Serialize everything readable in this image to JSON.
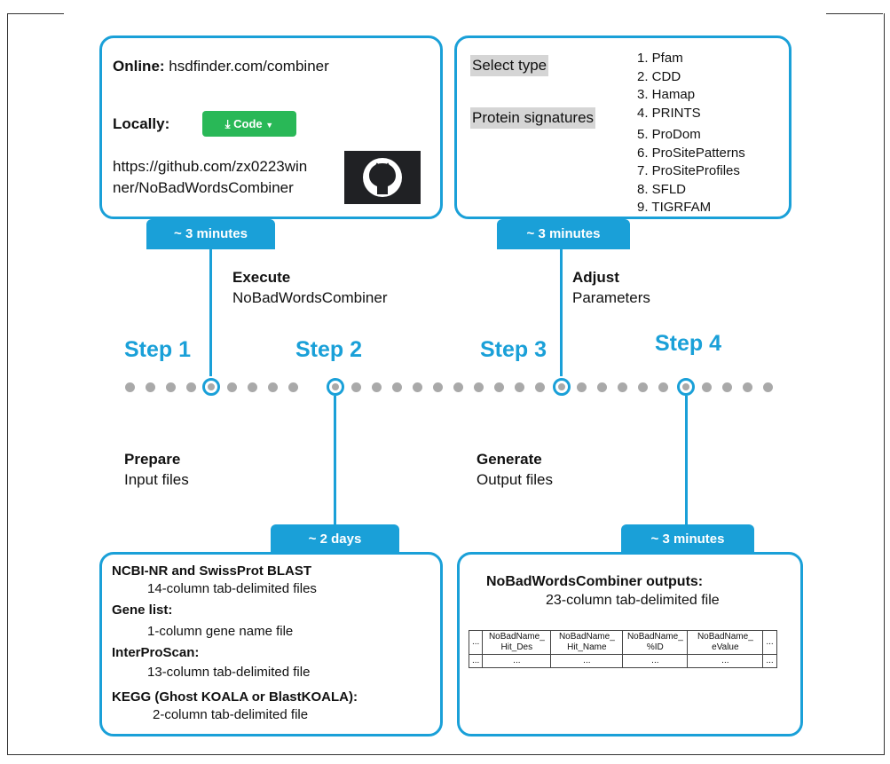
{
  "top_left": {
    "online_label": "Online:",
    "online_value": "hsdfinder.com/combiner",
    "locally_label": "Locally:",
    "code_button": "Code",
    "repo_line1": "https://github.com/zx0223win",
    "repo_line2": "ner/NoBadWordsCombiner",
    "time": "~ 3 minutes"
  },
  "top_right": {
    "select_type": "Select type",
    "protein_signatures": "Protein signatures",
    "items": [
      "1. Pfam",
      "2. CDD",
      "3. Hamap",
      "4. PRINTS",
      "5. ProDom",
      "6. ProSitePatterns",
      "7. ProSiteProfiles",
      "8. SFLD",
      "9. TIGRFAM"
    ],
    "time": "~ 3 minutes"
  },
  "execute": {
    "bold": "Execute",
    "text": "NoBadWordsCombiner"
  },
  "adjust": {
    "bold": "Adjust",
    "text": "Parameters"
  },
  "steps": [
    "Step 1",
    "Step 2",
    "Step 3",
    "Step 4"
  ],
  "prepare": {
    "bold": "Prepare",
    "text": "Input files"
  },
  "generate": {
    "bold": "Generate",
    "text": "Output files"
  },
  "bottom_left": {
    "time": "~ 2 days",
    "lines": [
      {
        "bold": "NCBI-NR and SwissProt BLAST",
        "text": "14-column tab-delimited files"
      },
      {
        "bold": "Gene list:",
        "text": "1-column gene name file"
      },
      {
        "bold": "InterProScan:",
        "text": "13-column tab-delimited file"
      },
      {
        "bold": "KEGG (Ghost KOALA or BlastKOALA):",
        "text": "2-column tab-delimited file"
      }
    ]
  },
  "bottom_right": {
    "time": "~ 3 minutes",
    "title": "NoBadWordsCombiner outputs:",
    "subtitle": "23-column tab-delimited file",
    "table": {
      "header": [
        "...",
        "NoBadName_ Hit_Des",
        "NoBadName_ Hit_Name",
        "NoBadName_ %ID",
        "NoBadName_ eValue",
        "..."
      ],
      "row": [
        "...",
        "...",
        "...",
        "...",
        "...",
        "..."
      ]
    }
  }
}
